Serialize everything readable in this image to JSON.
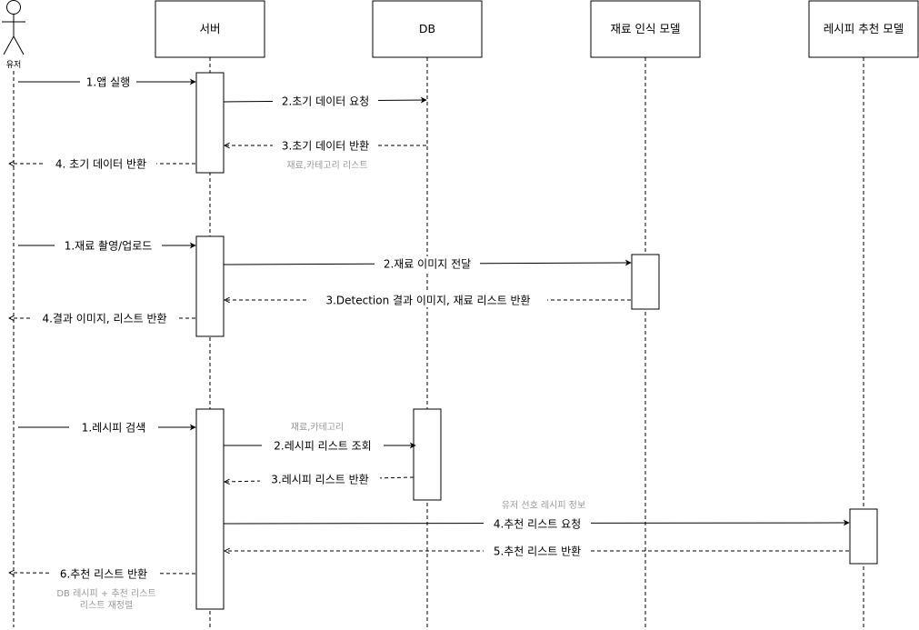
{
  "participants": {
    "user": "유저",
    "server": "서버",
    "db": "DB",
    "ingredient_model": "재료 인식 모델",
    "recipe_model": "레시피 추천 모델"
  },
  "messages": [
    {
      "id": "m1",
      "label": "1.앱 실행",
      "type": "sync"
    },
    {
      "id": "m2",
      "label": "2.초기 데이터 요청",
      "type": "sync"
    },
    {
      "id": "m3",
      "label": "3.초기 데이터 반환",
      "type": "return"
    },
    {
      "id": "m4",
      "label": "4. 초기 데이터 반환",
      "type": "return"
    },
    {
      "id": "m5",
      "label": "1.재료 촬영/업로드",
      "type": "sync"
    },
    {
      "id": "m6",
      "label": "2.재료 이미지 전달",
      "type": "sync"
    },
    {
      "id": "m7",
      "label": "3.Detection 결과 이미지, 재료 리스트 반환",
      "type": "return"
    },
    {
      "id": "m8",
      "label": "4.결과 이미지, 리스트 반환",
      "type": "return"
    },
    {
      "id": "m9",
      "label": "1.레시피 검색",
      "type": "sync"
    },
    {
      "id": "m10",
      "label": "2.레시피 리스트 조회",
      "type": "sync"
    },
    {
      "id": "m11",
      "label": "3.레시피 리스트 반환",
      "type": "return"
    },
    {
      "id": "m12",
      "label": "4.추천 리스트 요청",
      "type": "sync"
    },
    {
      "id": "m13",
      "label": "5.추천 리스트 반환",
      "type": "return"
    },
    {
      "id": "m14",
      "label": "6.추천 리스트 반환",
      "type": "return"
    }
  ],
  "notes": {
    "n1": "재료,카테고리 리스트",
    "n2": "재료,카테고리",
    "n3": "유저 선호 레시피 정보",
    "n4_line1": "DB 레시피 + 추천 리스트",
    "n4_line2": "리스트 재정렬"
  },
  "colors": {
    "line": "#000000",
    "note_text": "#999999",
    "box_fill": "#ffffff"
  }
}
